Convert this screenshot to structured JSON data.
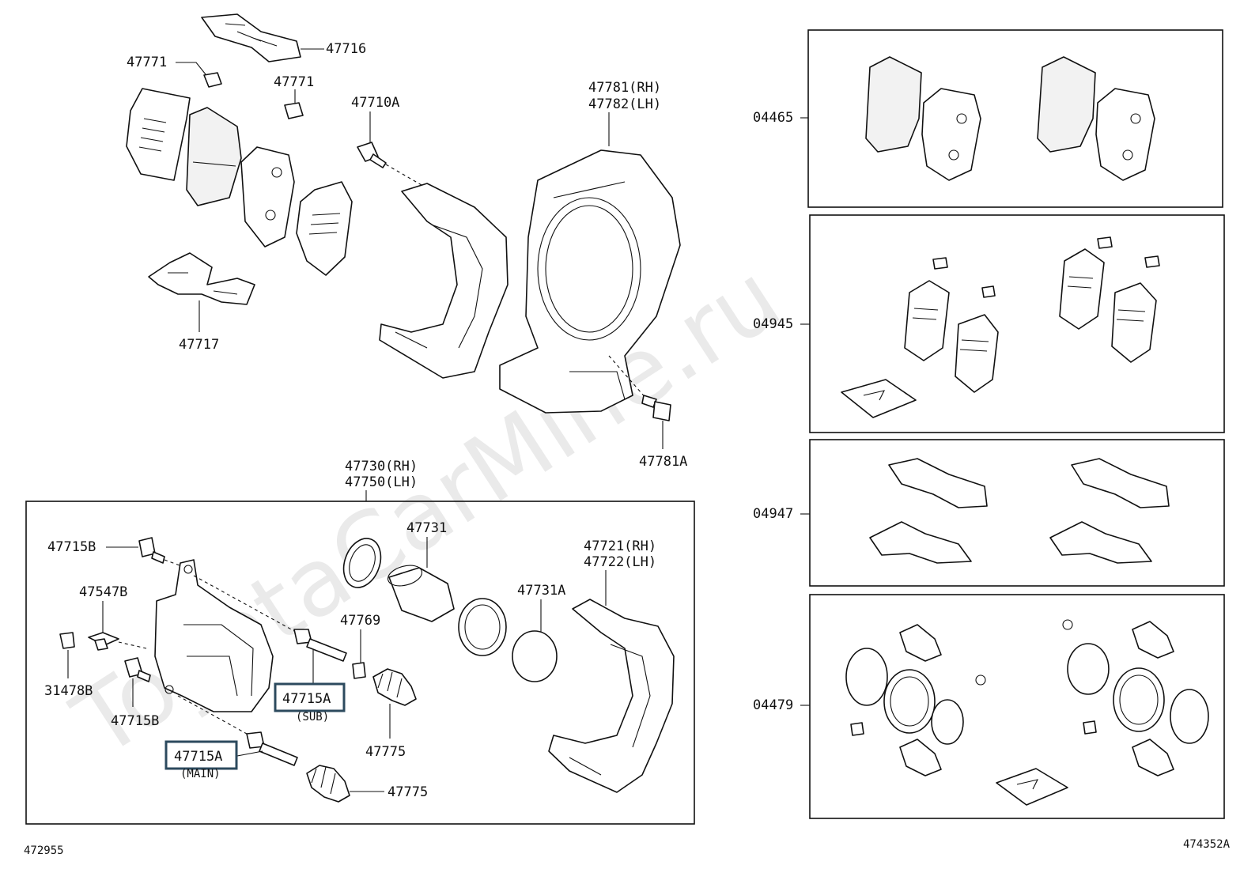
{
  "watermark": "ToyotaCarMine.ru",
  "footer": {
    "left_code": "472955",
    "right_code": "474352A"
  },
  "labels": {
    "p47716": "47716",
    "p47771_a": "47771",
    "p47771_b": "47771",
    "p47710A": "47710A",
    "p47781_rh": "47781(RH)",
    "p47782_lh": "47782(LH)",
    "p47717": "47717",
    "p47781A": "47781A",
    "p47730_rh": "47730(RH)",
    "p47750_lh": "47750(LH)",
    "p47715B_top": "47715B",
    "p47547B": "47547B",
    "p31478B": "31478B",
    "p47715B_bottom": "47715B",
    "p47731": "47731",
    "p47769": "47769",
    "p47715A_sub": "47715A",
    "sub_note": "(SUB)",
    "p47715A_main": "47715A",
    "main_note": "(MAIN)",
    "p47775_a": "47775",
    "p47775_b": "47775",
    "p47731A": "47731A",
    "p47721_rh": "47721(RH)",
    "p47722_lh": "47722(LH)"
  },
  "kits": [
    {
      "code": "04465"
    },
    {
      "code": "04945"
    },
    {
      "code": "04947"
    },
    {
      "code": "04479"
    }
  ],
  "highlight_color": "#2c4a5e"
}
